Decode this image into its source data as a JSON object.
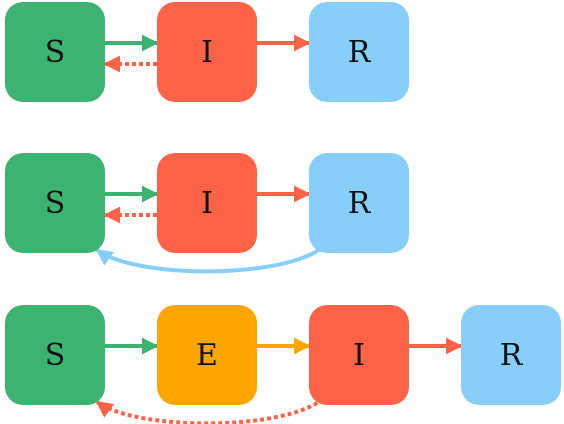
{
  "diagrams": [
    {
      "model": "SIR",
      "nodes": [
        {
          "id": "S",
          "label": "S",
          "color": "#3cb371"
        },
        {
          "id": "I",
          "label": "I",
          "color": "#ff6347"
        },
        {
          "id": "R",
          "label": "R",
          "color": "#87cefa"
        }
      ],
      "edges": [
        {
          "from": "S",
          "to": "I",
          "style": "solid",
          "color": "#3cb371"
        },
        {
          "from": "I",
          "to": "S",
          "style": "dotted",
          "color": "#ff6347"
        },
        {
          "from": "I",
          "to": "R",
          "style": "solid",
          "color": "#ff6347"
        }
      ]
    },
    {
      "model": "SIRS",
      "nodes": [
        {
          "id": "S",
          "label": "S",
          "color": "#3cb371"
        },
        {
          "id": "I",
          "label": "I",
          "color": "#ff6347"
        },
        {
          "id": "R",
          "label": "R",
          "color": "#87cefa"
        }
      ],
      "edges": [
        {
          "from": "S",
          "to": "I",
          "style": "solid",
          "color": "#3cb371"
        },
        {
          "from": "I",
          "to": "S",
          "style": "dotted",
          "color": "#ff6347"
        },
        {
          "from": "I",
          "to": "R",
          "style": "solid",
          "color": "#ff6347"
        },
        {
          "from": "R",
          "to": "S",
          "style": "solid-curved",
          "color": "#87cefa"
        }
      ]
    },
    {
      "model": "SEIR",
      "nodes": [
        {
          "id": "S",
          "label": "S",
          "color": "#3cb371"
        },
        {
          "id": "E",
          "label": "E",
          "color": "#ffa500"
        },
        {
          "id": "I",
          "label": "I",
          "color": "#ff6347"
        },
        {
          "id": "R",
          "label": "R",
          "color": "#87cefa"
        }
      ],
      "edges": [
        {
          "from": "S",
          "to": "E",
          "style": "solid",
          "color": "#3cb371"
        },
        {
          "from": "E",
          "to": "I",
          "style": "solid",
          "color": "#ffa500"
        },
        {
          "from": "I",
          "to": "R",
          "style": "solid",
          "color": "#ff6347"
        },
        {
          "from": "I",
          "to": "S",
          "style": "dotted-curved",
          "color": "#ff6347"
        }
      ]
    }
  ]
}
